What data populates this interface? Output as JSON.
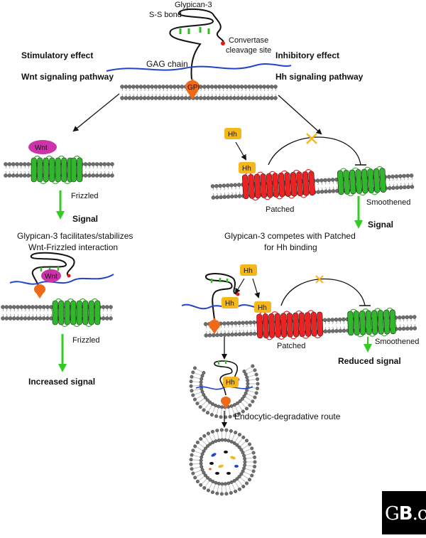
{
  "labels": {
    "glypican": "Glypican-3",
    "ss_bond": "S-S bond",
    "convertase_1": "Convertase",
    "convertase_2": "cleavage site",
    "gag_chain": "GAG chain",
    "gpi": "GPI",
    "stim_effect": "Stimulatory effect",
    "wnt_pathway": "Wnt signaling pathway",
    "inhib_effect": "Inhibitory effect",
    "hh_pathway": "Hh signaling pathway",
    "wnt": "Wnt",
    "frizzled": "Frizzled",
    "signal": "Signal",
    "facilitates_1": "Glypican-3 facilitates/stabilizes",
    "facilitates_2": "Wnt-Frizzled interaction",
    "increased_signal": "Increased signal",
    "hh": "Hh",
    "patched": "Patched",
    "smoothened": "Smoothened",
    "competes_1": "Glypican-3 competes with Patched",
    "competes_2": "for Hh binding",
    "reduced_signal": "Reduced signal",
    "endocytic": "Endocytic-degradative route"
  },
  "logo": {
    "prefix": "G",
    "bold": "B",
    "suffix": ".c"
  },
  "colors": {
    "wnt": "#cc33aa",
    "frizzled_green": "#2fb82a",
    "patched_red": "#ee2222",
    "hh_orange": "#f5b81c",
    "gpi_orange": "#ee6a18",
    "gag_blue": "#2244cc",
    "signal_green": "#33cc22"
  }
}
